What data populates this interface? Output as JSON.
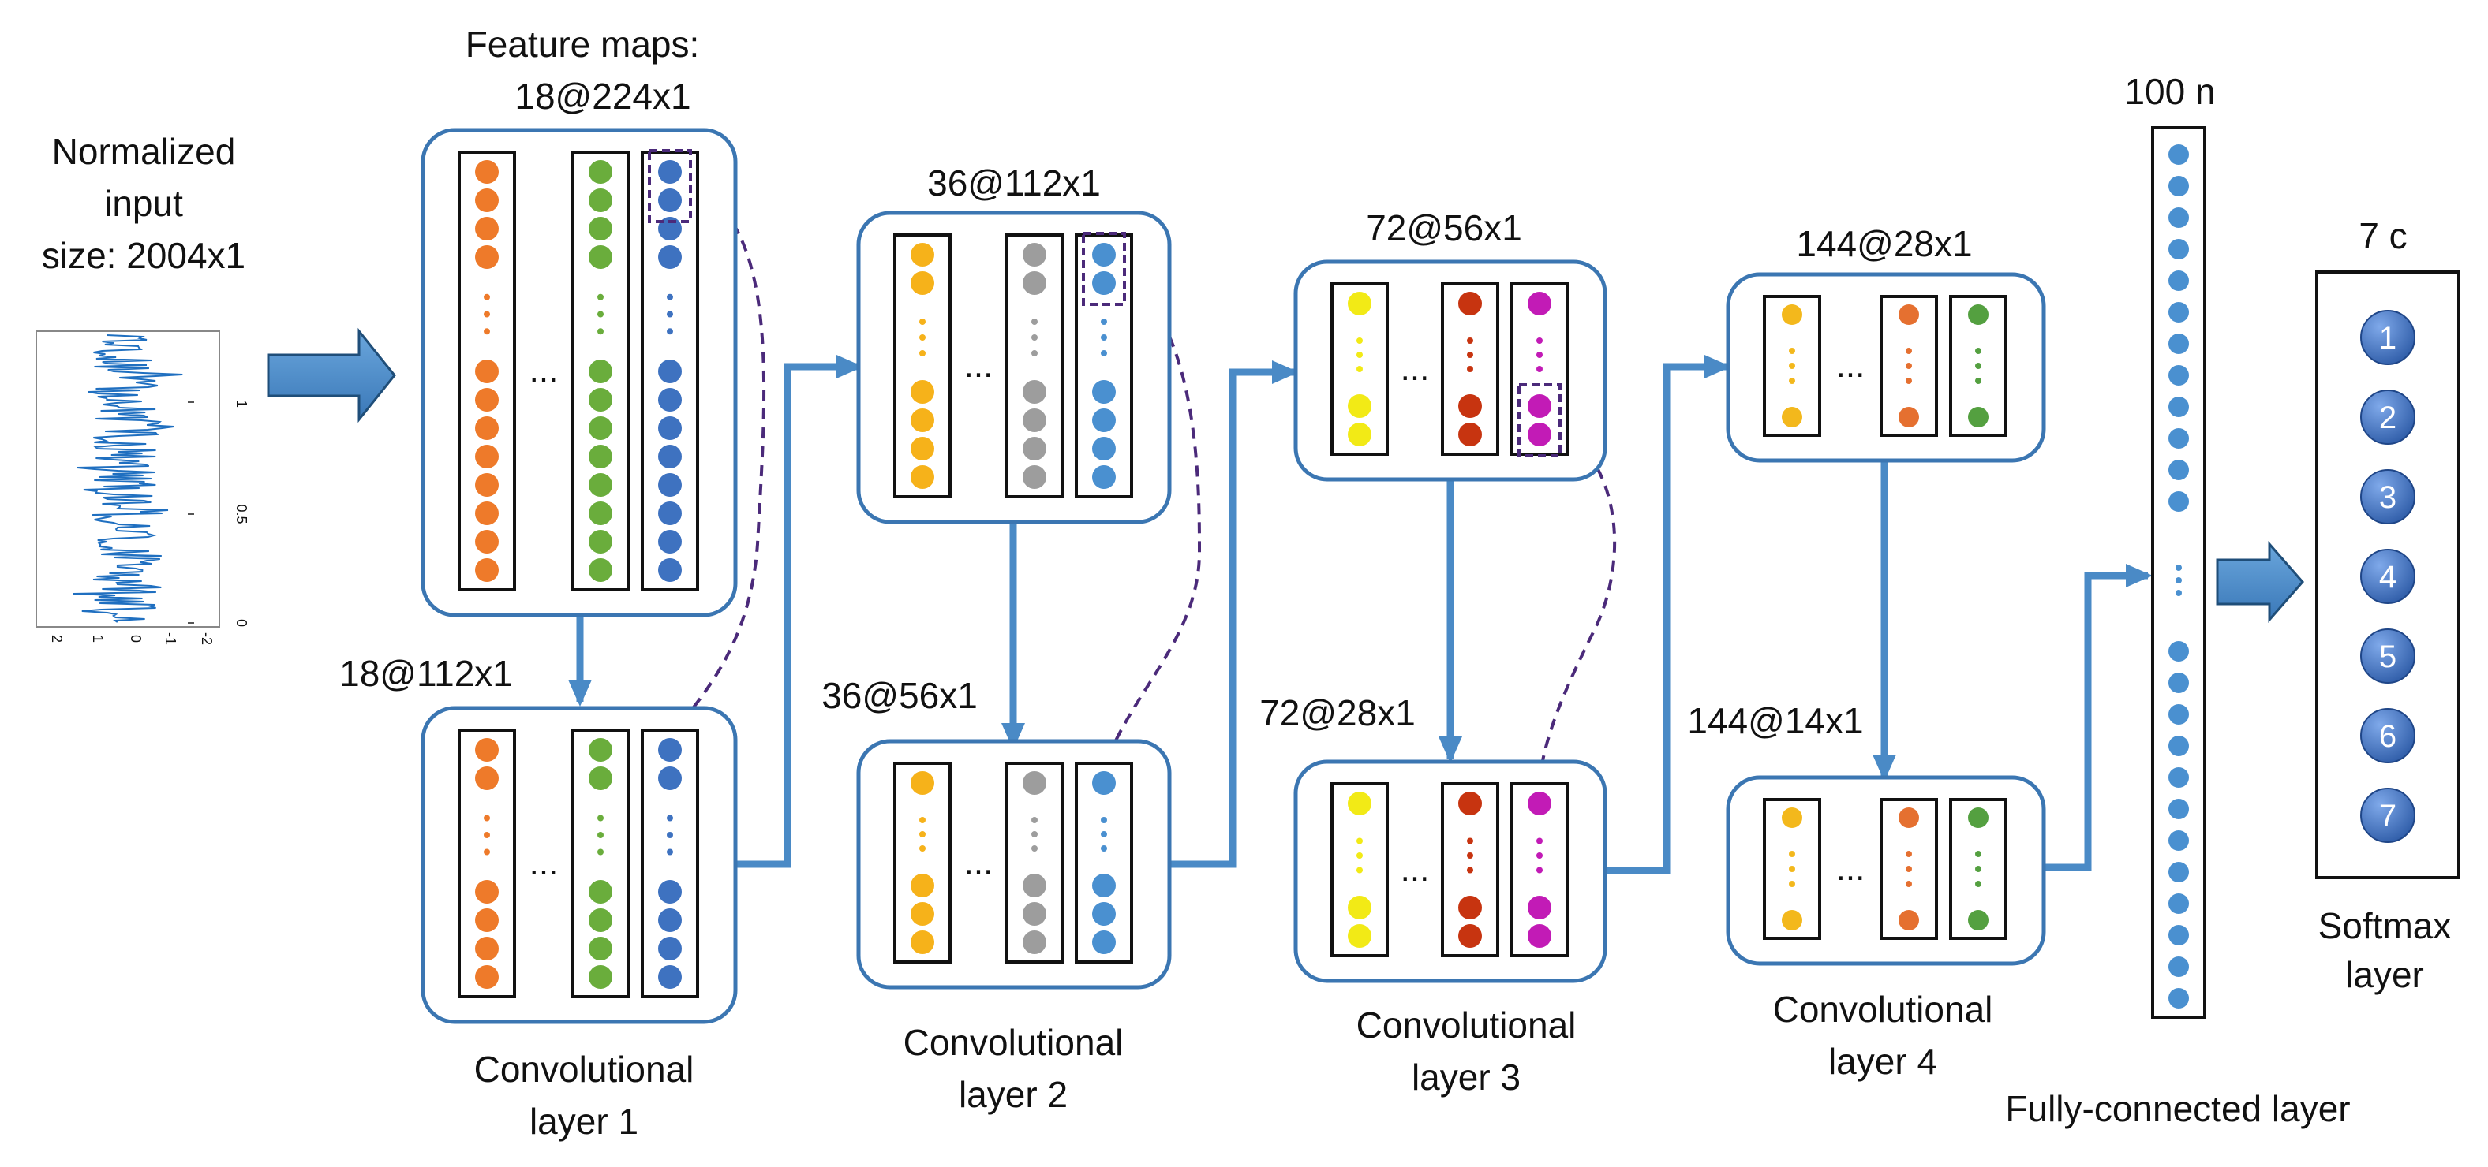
{
  "input": {
    "title_lines": [
      "Normalized",
      "input",
      "size: 2004x1"
    ],
    "y_ticks": [
      "2",
      "1",
      "0",
      "-1",
      "-2"
    ],
    "x_ticks": [
      "1",
      "0.5",
      "0"
    ]
  },
  "labels": {
    "feature_maps": "Feature maps:",
    "c1_top": "18@224x1",
    "c1_bottom": "18@112x1",
    "c2_top": "36@112x1",
    "c2_bottom": "36@56x1",
    "c3_top": "72@56x1",
    "c3_bottom": "72@28x1",
    "c4_top": "144@28x1",
    "c4_bottom": "144@14x1",
    "fc_count": "100 n",
    "softmax_count": "7 c",
    "ellipsis": "..."
  },
  "layer_captions": [
    [
      "Convolutional",
      "layer 1"
    ],
    [
      "Convolutional",
      "layer 2"
    ],
    [
      "Convolutional",
      "layer 3"
    ],
    [
      "Convolutional",
      "layer 4"
    ]
  ],
  "fully_connected_label": "Fully-connected layer",
  "softmax_caption": [
    "Softmax",
    "layer"
  ],
  "softmax_nodes": [
    "1",
    "2",
    "3",
    "4",
    "5",
    "6",
    "7"
  ],
  "colors": {
    "arrow": "#4a8ac6",
    "arrow_dark": "#1f4e79",
    "box_border": "#3b76b2",
    "link": "#4b2a7a",
    "layer1": [
      "#ee7a2a",
      "#6aad3c",
      "#3e72c0"
    ],
    "layer2": [
      "#f6b21a",
      "#9d9d9d",
      "#4a90d0"
    ],
    "layer3": [
      "#f2ea16",
      "#c73410",
      "#c21bb6"
    ],
    "layer4": [
      "#f3b81c",
      "#e57030",
      "#54a040"
    ],
    "fc_node": "#4a90d0",
    "softmax_node": "#2f62b0"
  },
  "icons": [
    "right-arrow-icon",
    "down-arrow-icon",
    "elbow-arrow-icon",
    "dashed-connection-arrow-icon"
  ]
}
